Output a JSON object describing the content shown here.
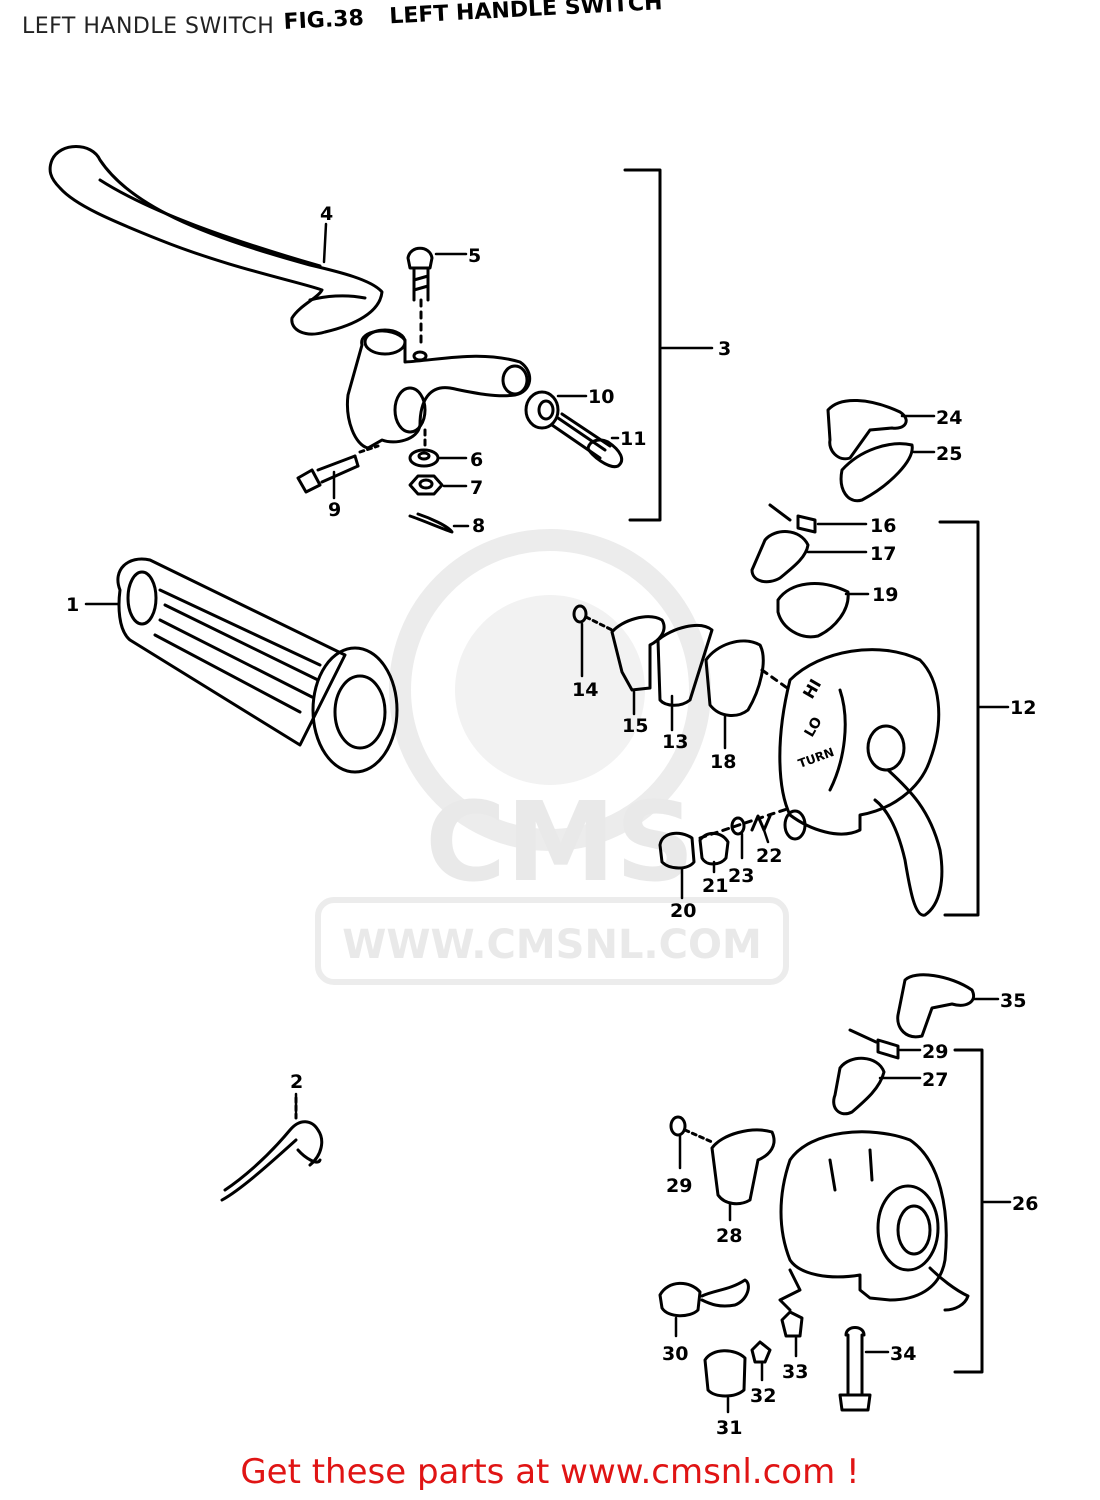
{
  "page": {
    "title": "LEFT HANDLE SWITCH",
    "figure_number": "FIG.38",
    "figure_title": "LEFT HANDLE SWITCH"
  },
  "watermark": {
    "brand": "CMS",
    "url": "WWW.CMSNL.COM",
    "color": "#e9e9e9"
  },
  "footer": {
    "text": "Get these parts at www.cmsnl.com !",
    "color": "#e01414"
  },
  "callouts": {
    "c1": "1",
    "c2": "2",
    "c3": "3",
    "c4": "4",
    "c5": "5",
    "c6": "6",
    "c7": "7",
    "c8": "8",
    "c9": "9",
    "c10": "10",
    "c11": "11",
    "c12": "12",
    "c13": "13",
    "c14": "14",
    "c15": "15",
    "c16": "16",
    "c17": "17",
    "c18": "18",
    "c19": "19",
    "c20": "20",
    "c21": "21",
    "c22": "22",
    "c23": "23",
    "c24": "24",
    "c25": "25",
    "c26": "26",
    "c27": "27",
    "c28": "28",
    "c29a": "29",
    "c29b": "29",
    "c30": "30",
    "c31": "31",
    "c32": "32",
    "c33": "33",
    "c34": "34",
    "c35": "35"
  },
  "switch_markings": {
    "hi": "HI",
    "lo": "LO",
    "turn": "TURN"
  }
}
